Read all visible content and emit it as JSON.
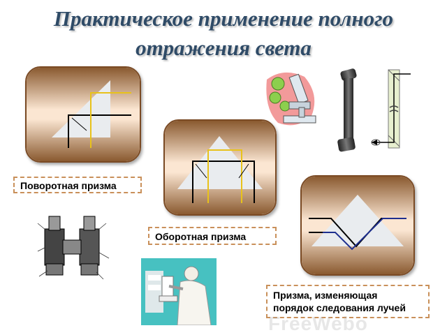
{
  "slide": {
    "title_line1": "Практическое применение полного",
    "title_line2": "отражения света",
    "labels": {
      "rotating_prism": "Поворотная призма",
      "inverting_prism": "Оборотная призма",
      "order_prism_line1": "Призма, изменяющая",
      "order_prism_line2": "порядок следования лучей"
    },
    "watermark": "FreeWebo"
  },
  "colors": {
    "title": "#2f4b67",
    "tile_dark": "#7a4a24",
    "tile_light": "#fbe6d2",
    "label_border": "#c9905a",
    "ray_yellow": "#e8c21a",
    "ray_black": "#000000",
    "ray_blue": "#1e2f8f"
  }
}
